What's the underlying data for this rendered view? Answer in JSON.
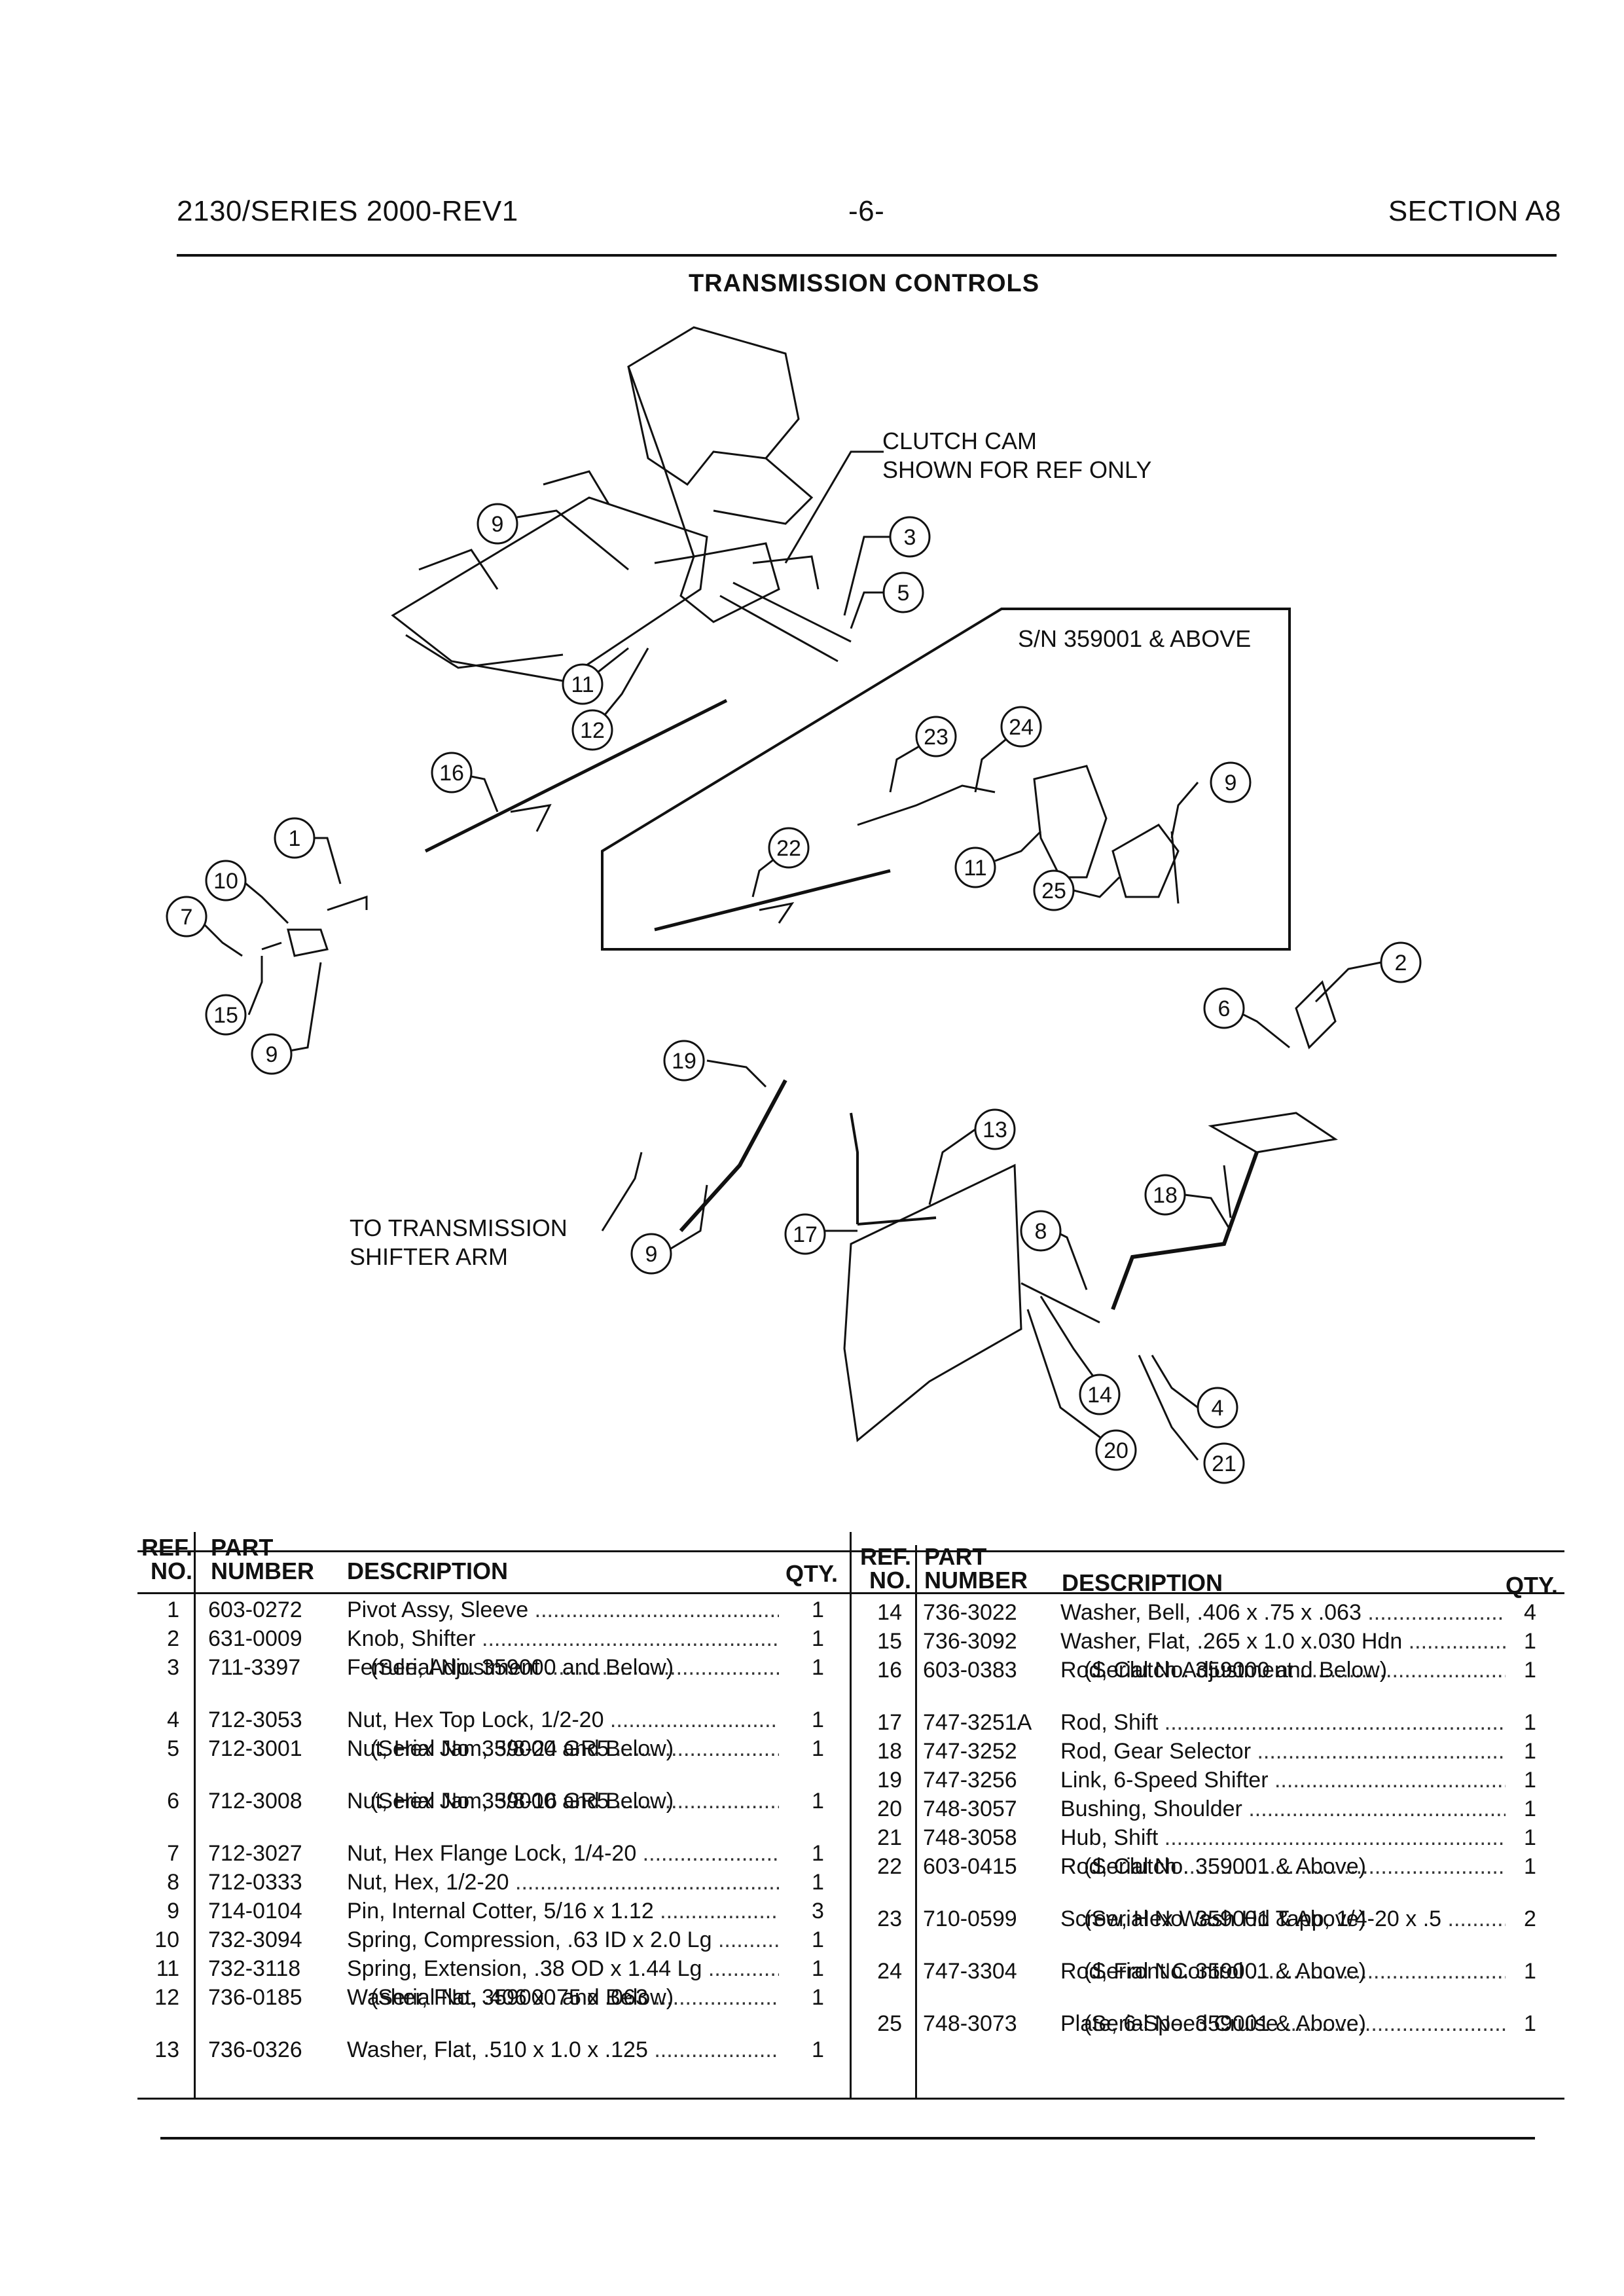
{
  "header": {
    "left": "2130/SERIES 2000-REV1",
    "center": "-6-",
    "right": "SECTION A8"
  },
  "title": "TRANSMISSION CONTROLS",
  "diagram": {
    "labels": {
      "clutch_cam_1": "CLUTCH CAM",
      "clutch_cam_2": "SHOWN FOR REF ONLY",
      "inset": "S/N 359001 & ABOVE",
      "to_trans_1": "TO TRANSMISSION",
      "to_trans_2": "SHIFTER ARM"
    },
    "callouts": [
      "9",
      "3",
      "5",
      "11",
      "12",
      "16",
      "1",
      "10",
      "7",
      "15",
      "9",
      "23",
      "24",
      "9",
      "22",
      "11",
      "25",
      "2",
      "6",
      "19",
      "13",
      "18",
      "17",
      "8",
      "9",
      "14",
      "4",
      "20",
      "21"
    ]
  },
  "table": {
    "headers": {
      "ref_1": "REF.",
      "ref_2": "NO.",
      "part_1": "PART",
      "part_2": "NUMBER",
      "desc": "DESCRIPTION",
      "qty": "QTY."
    },
    "left": [
      {
        "ref": "1",
        "part": "603-0272",
        "desc": "Pivot Assy, Sleeve",
        "qty": "1",
        "note": ""
      },
      {
        "ref": "2",
        "part": "631-0009",
        "desc": "Knob, Shifter",
        "qty": "1",
        "note": ""
      },
      {
        "ref": "3",
        "part": "711-3397",
        "desc": "Ferrule, Adjustment",
        "qty": "1",
        "note": "(Serial No. 359000 and Below)"
      },
      {
        "ref": "4",
        "part": "712-3053",
        "desc": "Nut, Hex Top Lock, 1/2-20",
        "qty": "1",
        "note": ""
      },
      {
        "ref": "5",
        "part": "712-3001",
        "desc": "Nut, Hex Jam, 3/8-24 GR5",
        "qty": "1",
        "note": "(Serial No. 359000 and Below)"
      },
      {
        "ref": "6",
        "part": "712-3008",
        "desc": "Nut, Hex Jam, 3/8-16 GR5",
        "qty": "1",
        "note": "(Serial No. 359000 and Below)"
      },
      {
        "ref": "7",
        "part": "712-3027",
        "desc": "Nut, Hex Flange Lock, 1/4-20",
        "qty": "1",
        "note": ""
      },
      {
        "ref": "8",
        "part": "712-0333",
        "desc": "Nut, Hex, 1/2-20",
        "qty": "1",
        "note": ""
      },
      {
        "ref": "9",
        "part": "714-0104",
        "desc": "Pin, Internal Cotter, 5/16 x 1.12",
        "qty": "3",
        "note": ""
      },
      {
        "ref": "10",
        "part": "732-3094",
        "desc": "Spring, Compression, .63 ID x 2.0 Lg",
        "qty": "1",
        "note": ""
      },
      {
        "ref": "11",
        "part": "732-3118",
        "desc": "Spring, Extension, .38 OD x 1.44 Lg",
        "qty": "1",
        "note": ""
      },
      {
        "ref": "12",
        "part": "736-0185",
        "desc": "Washer, Flat, .406 x .75 x .063",
        "qty": "1",
        "note": "(Serial No. 359000 and Below)"
      },
      {
        "ref": "13",
        "part": "736-0326",
        "desc": "Washer, Flat, .510 x 1.0 x .125",
        "qty": "1",
        "note": ""
      }
    ],
    "right": [
      {
        "ref": "14",
        "part": "736-3022",
        "desc": "Washer, Bell, .406 x .75 x .063",
        "qty": "4",
        "note": ""
      },
      {
        "ref": "15",
        "part": "736-3092",
        "desc": "Washer, Flat, .265 x 1.0 x.030 Hdn",
        "qty": "1",
        "note": ""
      },
      {
        "ref": "16",
        "part": "603-0383",
        "desc": "Rod, Clutch Adjustment",
        "qty": "1",
        "note": "(Serial No. 359000 and Below)"
      },
      {
        "ref": "17",
        "part": "747-3251A",
        "desc": "Rod, Shift",
        "qty": "1",
        "note": ""
      },
      {
        "ref": "18",
        "part": "747-3252",
        "desc": "Rod, Gear Selector",
        "qty": "1",
        "note": ""
      },
      {
        "ref": "19",
        "part": "747-3256",
        "desc": "Link, 6-Speed Shifter",
        "qty": "1",
        "note": ""
      },
      {
        "ref": "20",
        "part": "748-3057",
        "desc": "Bushing, Shoulder",
        "qty": "1",
        "note": ""
      },
      {
        "ref": "21",
        "part": "748-3058",
        "desc": "Hub, Shift",
        "qty": "1",
        "note": ""
      },
      {
        "ref": "22",
        "part": "603-0415",
        "desc": "Rod, Clutch",
        "qty": "1",
        "note": "(Serial No. 359001 & Above)"
      },
      {
        "ref": "23",
        "part": "710-0599",
        "desc": "Screw, Hex Wash Hd Tapp, 1/4-20 x .5",
        "qty": "2",
        "note": "(Serial No. 359001 & Above)"
      },
      {
        "ref": "24",
        "part": "747-3304",
        "desc": "Rod, Front Control",
        "qty": "1",
        "note": "(Serial No. 359001 & Above)"
      },
      {
        "ref": "25",
        "part": "748-3073",
        "desc": "Plate, 6-Speed Cruise",
        "qty": "1",
        "note": "(Serial No. 359001 & Above)"
      }
    ]
  }
}
